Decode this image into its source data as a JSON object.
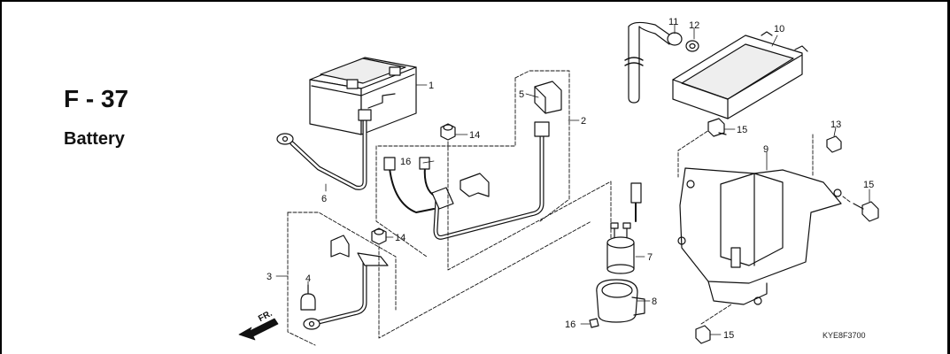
{
  "section": {
    "code": "F - 37",
    "name": "Battery"
  },
  "drawing_code": "KYE8F3700",
  "direction_label": "FR.",
  "callouts": {
    "c1": "1",
    "c2": "2",
    "c3": "3",
    "c4": "4",
    "c5": "5",
    "c6": "6",
    "c7": "7",
    "c8": "8",
    "c9": "9",
    "c10": "10",
    "c11": "11",
    "c12": "12",
    "c13": "13",
    "c14a": "14",
    "c14b": "14",
    "c15a": "15",
    "c15b": "15",
    "c15c": "15",
    "c16a": "16",
    "c16b": "16"
  }
}
